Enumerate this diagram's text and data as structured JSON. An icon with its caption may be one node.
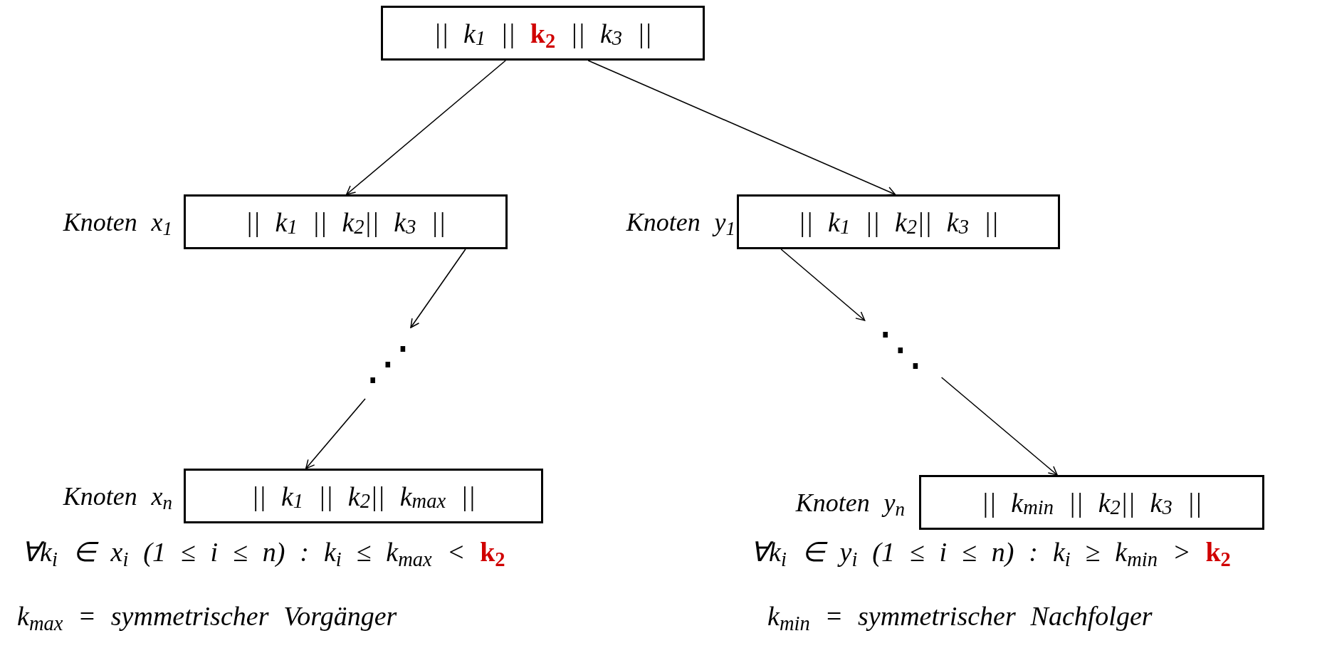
{
  "diagram": {
    "nodes": [
      {
        "text": [
          "|| k$_{1}$ || **k$_{2}$** || k$_{3}$ ||"
        ]
      },
      {
        "text": [
          "Knoten x$_{1}$",
          "|| k$_{1}$ || k$_{2}$|| k$_{3}$ ||"
        ]
      },
      {
        "text": [
          "Knoten y$_{1}$",
          "|| k$_{1}$ || k$_{2}$|| k$_{3}$ ||"
        ]
      },
      {
        "text": [
          "⋰"
        ]
      },
      {
        "text": [
          "⋱"
        ]
      },
      {
        "text": [
          "Knoten x$_{n}$",
          "|| k$_{1}$ || k$_{2}$|| k$_{max}$ ||"
        ]
      },
      {
        "text": [
          "Knoten y$_{n}$",
          "|| k$_{min}$ || k$_{2}$|| k$_{3}$ ||"
        ]
      }
    ],
    "edges": [
      {
        "from": 0,
        "to": 1,
        "arrow": "to"
      },
      {
        "from": 0,
        "to": 2,
        "arrow": "to"
      },
      {
        "from": 1,
        "to": 3,
        "arrow": "to"
      },
      {
        "from": 3,
        "to": 5,
        "arrow": "to"
      },
      {
        "from": 2,
        "to": 4,
        "arrow": "to"
      },
      {
        "from": 4,
        "to": 6,
        "arrow": "to"
      }
    ],
    "labels": [
      "∀k$_{i}$ ∈ x$_{i}$ (1 ≤ i ≤ n) : k$_{i}$ ≤ k$_{max}$ < **k$_{2}$**",
      "∀k$_{i}$ ∈ y$_{i}$ (1 ≤ i ≤ n) : k$_{i}$ ≥ k$_{min}$ > **k$_{2}$**",
      "k$_{max}$ =  symmetrischer Vorgänger",
      "k$_{min}$ = symmetrischer Nachfolger"
    ]
  }
}
